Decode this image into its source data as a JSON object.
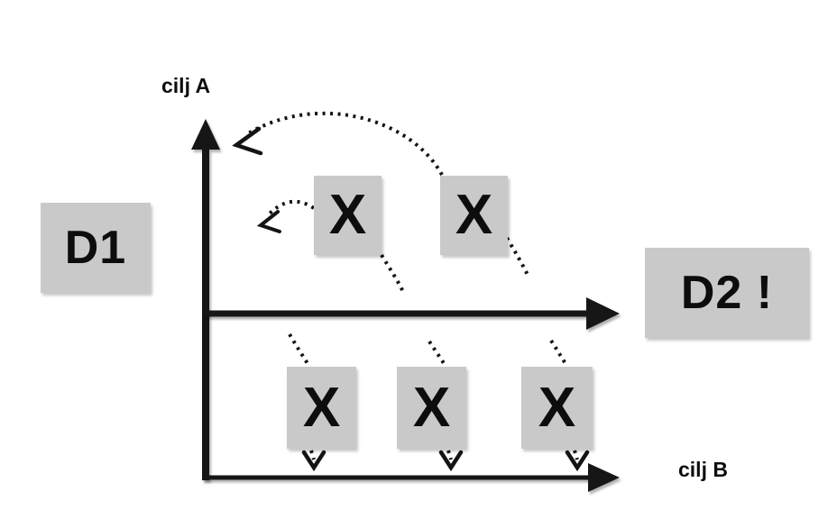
{
  "colors": {
    "box_fill": "#c9c9c9",
    "ink": "#141414"
  },
  "labels": {
    "axis_vertical": "cilj A",
    "axis_horizontal": "cilj B",
    "d1": "D1",
    "d2": "D2 !",
    "x_marker": "X"
  }
}
